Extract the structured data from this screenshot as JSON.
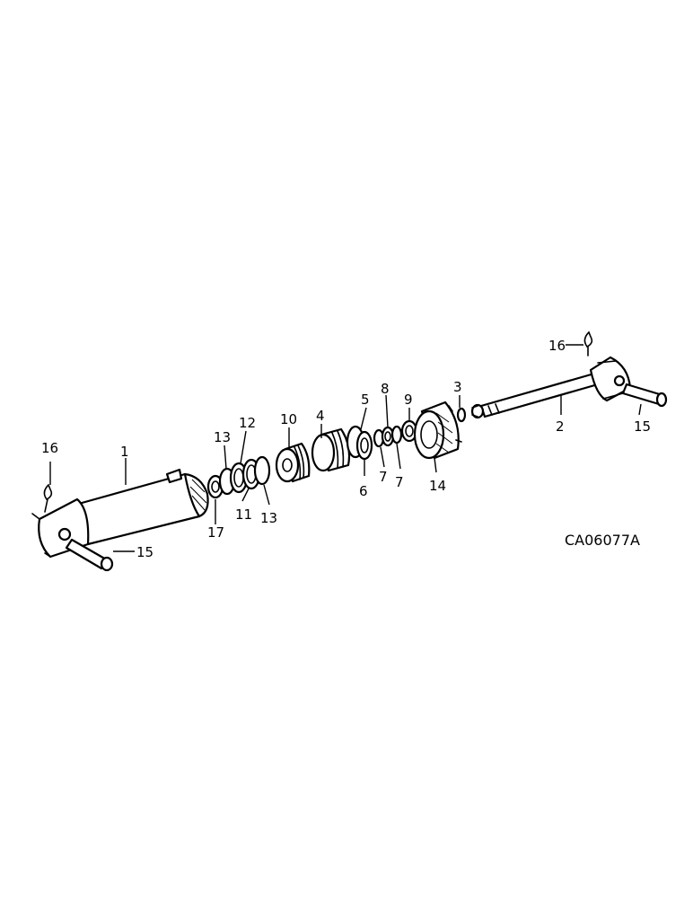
{
  "drawing": {
    "reference_code": "CA06077A"
  },
  "callouts": {
    "c1": "1",
    "c2": "2",
    "c3": "3",
    "c4": "4",
    "c5": "5",
    "c6": "6",
    "c7a": "7",
    "c7b": "7",
    "c8": "8",
    "c9": "9",
    "c10": "10",
    "c11": "11",
    "c12": "12",
    "c13a": "13",
    "c13b": "13",
    "c14": "14",
    "c15a": "15",
    "c15b": "15",
    "c16a": "16",
    "c16b": "16",
    "c17": "17"
  }
}
